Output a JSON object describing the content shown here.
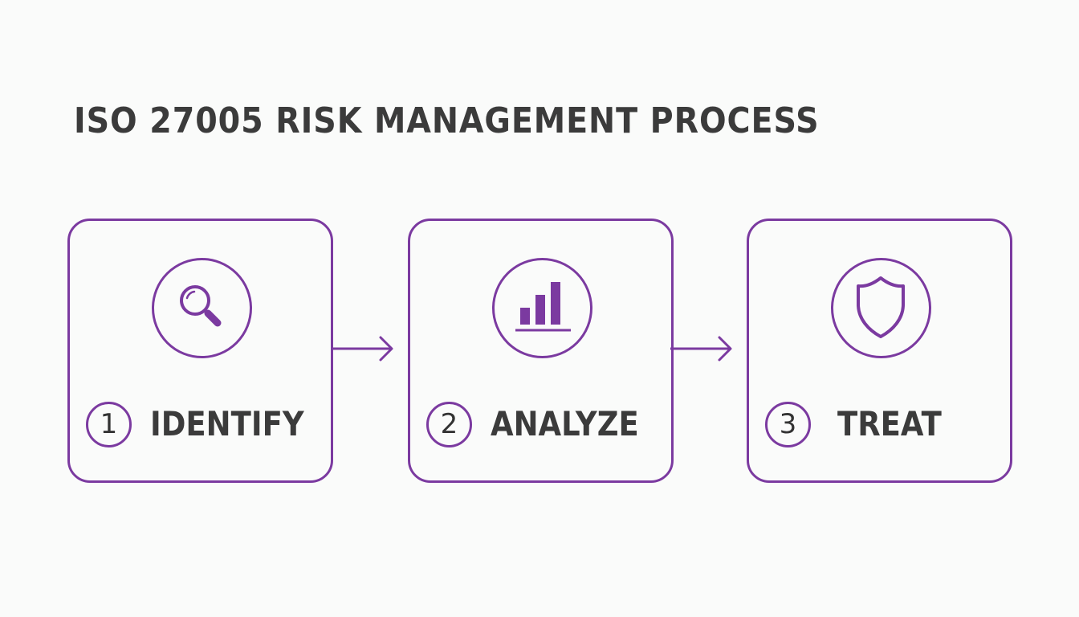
{
  "title": "ISO 27005 RISK MANAGEMENT PROCESS",
  "colors": {
    "accent": "#7b3aa0",
    "text": "#3b3b3b",
    "background": "#fafbfa"
  },
  "steps": [
    {
      "number": "1",
      "label": "IDENTIFY",
      "icon": "magnifying-glass-icon"
    },
    {
      "number": "2",
      "label": "ANALYZE",
      "icon": "bar-chart-icon"
    },
    {
      "number": "3",
      "label": "TREAT",
      "icon": "shield-icon"
    }
  ]
}
